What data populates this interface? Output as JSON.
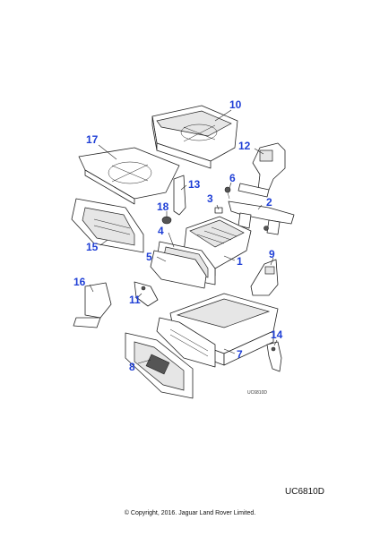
{
  "diagram": {
    "inline_code": "UC6810D",
    "reference_code": "UC6810D",
    "copyright": "© Copyright, 2016. Jaguar Land Rover Limited.",
    "callouts": {
      "c1": "1",
      "c2": "2",
      "c3": "3",
      "c4": "4",
      "c5": "5",
      "c6": "6",
      "c7": "7",
      "c8": "8",
      "c9": "9",
      "c10": "10",
      "c11": "11",
      "c12": "12",
      "c13": "13",
      "c14": "14",
      "c15": "15",
      "c16": "16",
      "c17": "17",
      "c18": "18"
    },
    "colors": {
      "callout": "#1f3fd6",
      "line": "#222222"
    }
  }
}
